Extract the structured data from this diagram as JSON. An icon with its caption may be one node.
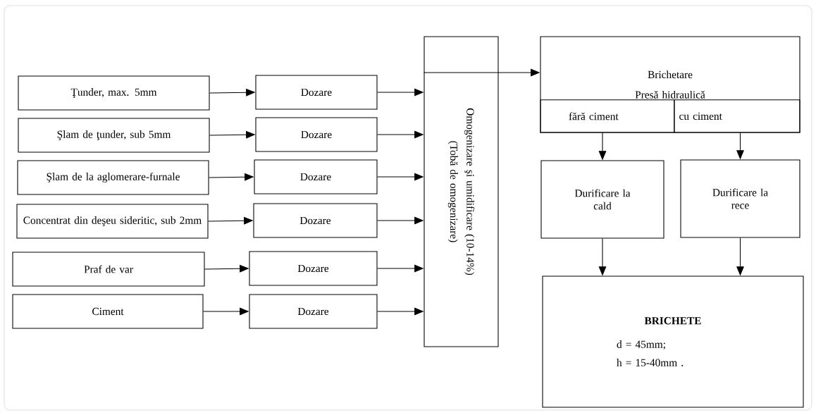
{
  "diagram": {
    "nodes": [
      {
        "text": [
          "Ţunder, max. 5mm"
        ]
      },
      {
        "text": [
          "Şlam de ţunder, sub 5mm"
        ]
      },
      {
        "text": [
          "Şlam de la aglomerare-furnale"
        ]
      },
      {
        "text": [
          "Concentrat din deşeu sideritic, sub 2mm"
        ]
      },
      {
        "text": [
          "Praf de var"
        ]
      },
      {
        "text": [
          "Ciment"
        ]
      },
      {
        "text": [
          "Dozare"
        ]
      },
      {
        "text": [
          "Dozare"
        ]
      },
      {
        "text": [
          "Dozare"
        ]
      },
      {
        "text": [
          "Dozare"
        ]
      },
      {
        "text": [
          "Dozare"
        ]
      },
      {
        "text": [
          "Dozare"
        ]
      },
      {
        "text": [
          "Omogenizare şi umidificare (10-14%)",
          "(Tobă de omogenizare)"
        ]
      },
      {
        "text": [
          "Brichetare",
          "Presă hidraulică"
        ]
      },
      {
        "text": [
          "fără ciment"
        ],
        "in": 13
      },
      {
        "text": [
          "cu ciment"
        ],
        "in": 13
      },
      {
        "text": [
          "Durificare la cald"
        ]
      },
      {
        "text": [
          "Durificare la rece"
        ]
      },
      {
        "text": [
          "BRICHETE",
          "d = 45mm;",
          "h = 15-40mm ."
        ]
      }
    ],
    "edges": [
      {
        "from": 0,
        "to": 6,
        "arrow": "to"
      },
      {
        "from": 1,
        "to": 7,
        "arrow": "to"
      },
      {
        "from": 2,
        "to": 8,
        "arrow": "to"
      },
      {
        "from": 3,
        "to": 9,
        "arrow": "to"
      },
      {
        "from": 4,
        "to": 10,
        "arrow": "to"
      },
      {
        "from": 5,
        "to": 11,
        "arrow": "to"
      },
      {
        "from": 6,
        "to": 12,
        "arrow": "to"
      },
      {
        "from": 7,
        "to": 12,
        "arrow": "to"
      },
      {
        "from": 8,
        "to": 12,
        "arrow": "to"
      },
      {
        "from": 9,
        "to": 12,
        "arrow": "to"
      },
      {
        "from": 10,
        "to": 12,
        "arrow": "to"
      },
      {
        "from": 11,
        "to": 12,
        "arrow": "to"
      },
      {
        "from": 12,
        "to": 13,
        "arrow": "to"
      },
      {
        "from": 14,
        "to": 16,
        "arrow": "to"
      },
      {
        "from": 15,
        "to": 17,
        "arrow": "to"
      },
      {
        "from": 16,
        "to": 18,
        "arrow": "to"
      },
      {
        "from": 17,
        "to": 18,
        "arrow": "to"
      }
    ]
  }
}
